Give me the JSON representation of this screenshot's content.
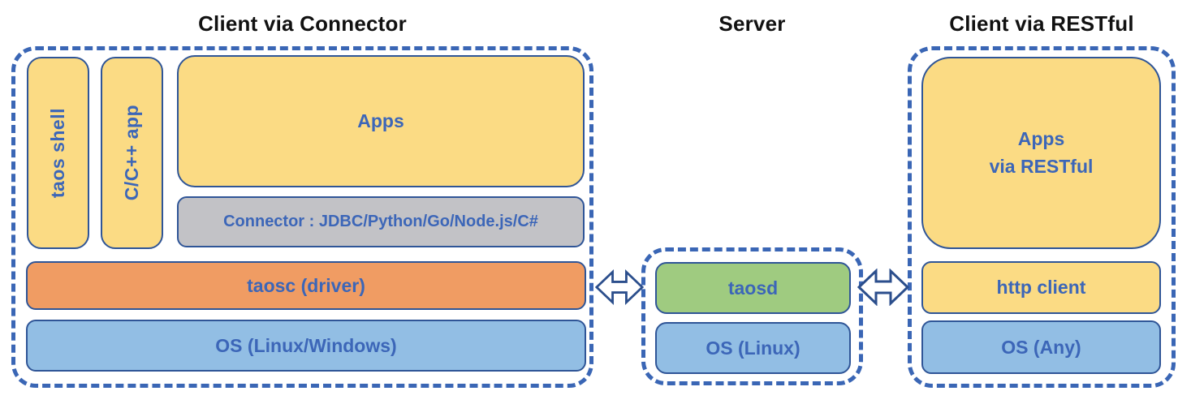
{
  "colors": {
    "text_blue": "#3c66b8",
    "dashed_border_blue": "#3a66b5",
    "box_border_navy": "#2f5597",
    "yellow_fill": "#fbdb84",
    "gray_fill": "#c2c2c6",
    "orange_fill": "#f09c63",
    "green_fill": "#9fcb80",
    "blue_fill": "#92bee4",
    "title_color": "#111111"
  },
  "sections": [
    {
      "title": "Client via Connector",
      "boxes": {
        "taos_shell": "taos shell",
        "cpp_app": "C/C++ app",
        "apps": "Apps",
        "connector": "Connector : JDBC/Python/Go/Node.js/C#",
        "taosc": "taosc (driver)",
        "os": "OS (Linux/Windows)"
      }
    },
    {
      "title": "Server",
      "boxes": {
        "taosd": "taosd",
        "os": "OS (Linux)"
      }
    },
    {
      "title": "Client via RESTful",
      "boxes": {
        "apps_restful": "Apps\nvia RESTful",
        "http_client": "http client",
        "os": "OS (Any)"
      }
    }
  ],
  "arrows": [
    {
      "name": "client-server-link",
      "type": "bidirectional"
    },
    {
      "name": "server-restful-link",
      "type": "bidirectional"
    }
  ]
}
